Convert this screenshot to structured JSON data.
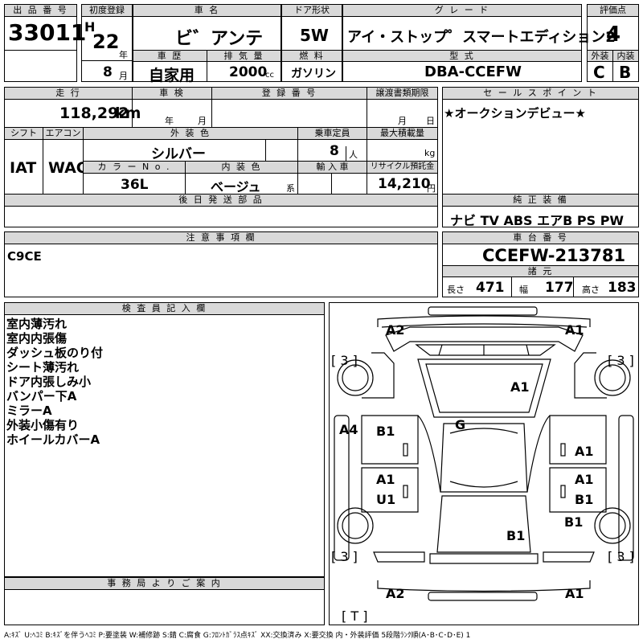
{
  "header": {
    "lot_no_label": "出 品 番 号",
    "lot_no": "33011",
    "first_reg_label": "初度登録",
    "era": "H",
    "year": "22",
    "year_unit": "年",
    "month": "8",
    "month_unit": "月",
    "car_name_label": "車 名",
    "car_name": "ビ゛アンテ",
    "history_label": "車 歴",
    "history": "自家用",
    "displacement_label": "排 気 量",
    "displacement": "2000",
    "displacement_unit": "cc",
    "door_label": "ドア形状",
    "door": "5W",
    "fuel_label": "燃 料",
    "fuel": "ガソリン",
    "grade_label": "グ レ ー ド",
    "grade": "アイ・ストップ゜スマートエディション2",
    "model_label": "型 式",
    "model": "DBA-CCEFW",
    "score_label": "評価点",
    "score": "4",
    "exterior_label": "外装",
    "exterior": "C",
    "interior_label": "内装",
    "interior": "B"
  },
  "row2": {
    "mileage_label": "走 行",
    "mileage": "118,292",
    "mileage_unit": "km",
    "inspection_label": "車 検",
    "inspection_year_unit": "年",
    "inspection_month_unit": "月",
    "reg_no_label": "登 録 番 号",
    "transfer_label": "譲渡書類期限",
    "transfer_month_unit": "月",
    "transfer_day_unit": "日",
    "shift_label": "シフト",
    "shift": "IAT",
    "ac_label": "エアコン",
    "ac": "WAC",
    "ext_color_label": "外 装 色",
    "ext_color": "シルバー",
    "capacity_label": "乗車定員",
    "capacity": "8",
    "capacity_unit": "人",
    "max_load_label": "最大積載量",
    "max_load_unit": "kg",
    "color_no_label": "カ ラ ー N o .",
    "color_no": "36L",
    "int_color_label": "内 装 色",
    "int_color": "べージュ",
    "int_color_unit": "系",
    "import_label": "輸 入 車",
    "recycle_label": "リサイクル預託金",
    "recycle": "14,210",
    "recycle_unit": "円",
    "later_parts_label": "後 日 発 送 部 品"
  },
  "sales_point": {
    "label": "セ ー ル ス ポ イ ン ト",
    "text": "★オークションデビュー★"
  },
  "equipment": {
    "label": "純 正 装 備",
    "text": "ナビ TV ABS エアB PS PW"
  },
  "notes": {
    "label": "注 意 事 項 欄",
    "text": "C9CE"
  },
  "chassis": {
    "label": "車 台 番 号",
    "value": "CCEFW-213781",
    "dims_label": "諸 元",
    "length_label": "長さ",
    "length": "471",
    "width_label": "幅",
    "width": "177",
    "height_label": "高さ",
    "height": "183"
  },
  "inspector": {
    "label": "検 査 員 記 入 欄",
    "lines": [
      "室内薄汚れ",
      "室内内張傷",
      "ダッシュ板のり付",
      "シート薄汚れ",
      "ドア内張しみ小",
      "バンパー下A",
      "ミラーA",
      "外装小傷有り",
      "ホイールカバーA"
    ]
  },
  "office": {
    "label": "事 務 局 よ り ご 案 内"
  },
  "diagram": {
    "marks": {
      "front_left": "A2",
      "front_right": "A1",
      "tire_fl": "[ 3 ]",
      "tire_fr": "[ 3 ]",
      "hood": "A1",
      "left_fender": "A4",
      "left_front_door": "B1",
      "roof": "G",
      "right_front_door": "A1",
      "left_rear_door_a": "A1",
      "left_rear_door_u": "U1",
      "right_rear_door_a": "A1",
      "right_rear_door_b": "B1",
      "right_quarter": "B1",
      "rear_glass": "B1",
      "tire_rl": "[ 3 ]",
      "tire_rr": "[ 3 ]",
      "rear_left": "A2",
      "rear_right": "A1",
      "spare": "[ T ]"
    }
  },
  "legend": "A:ｷｽﾞ U:ﾍｺﾐ B:ｷｽﾞを伴うﾍｺﾐ P:要塗装 W:補修跡 S:錆 C:腐食 G:ﾌﾛﾝﾄｶﾞﾗｽ点ｷｽﾞ XX:交換済み X:要交換 内・外装評価 5段階ﾗﾝｸ順(A･B･C･D･E) 1"
}
